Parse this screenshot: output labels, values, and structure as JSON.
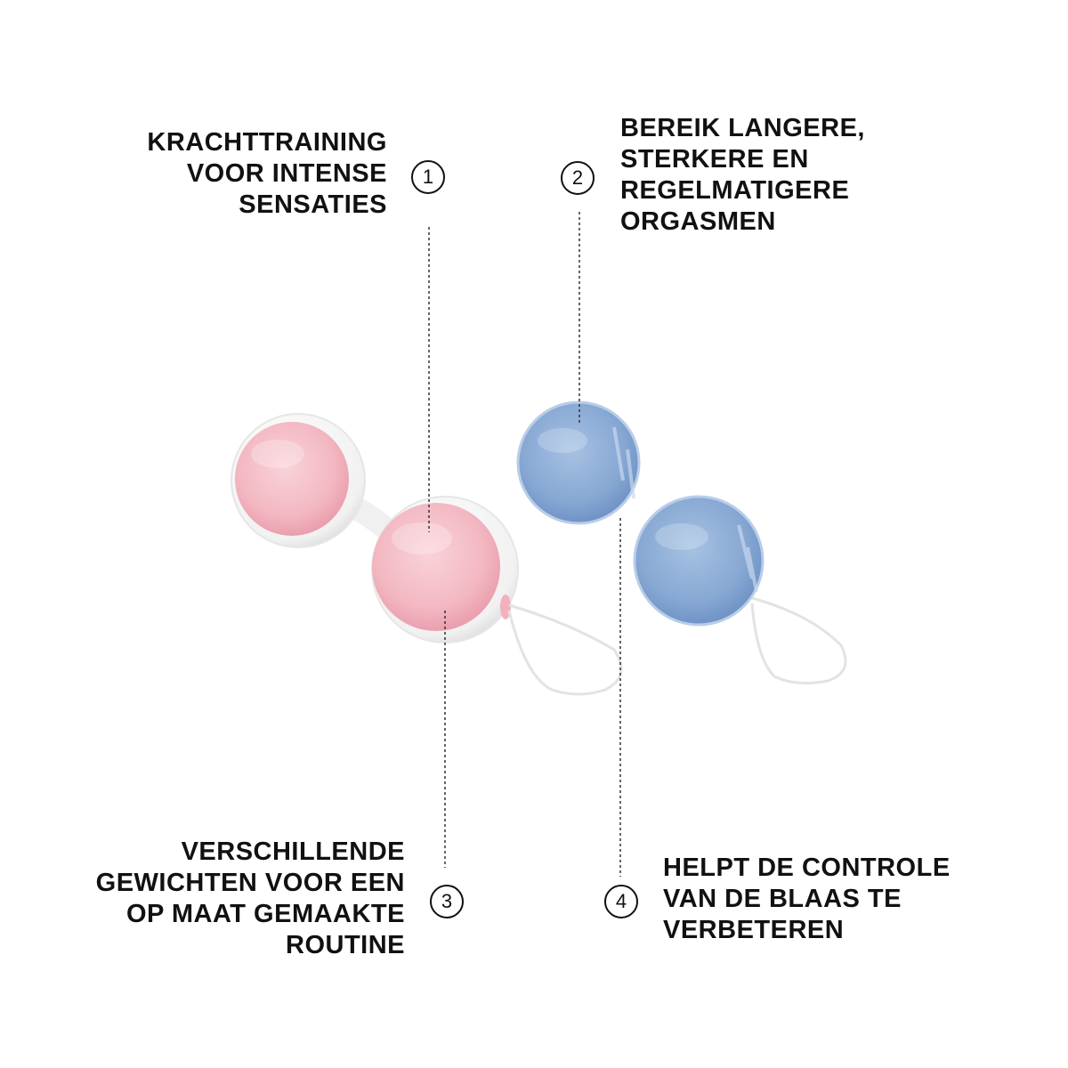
{
  "callouts": [
    {
      "number": "1",
      "lines": [
        "KRACHTTRAINING",
        "VOOR INTENSE",
        "SENSATIES"
      ]
    },
    {
      "number": "2",
      "lines": [
        "BEREIK LANGERE,",
        "STERKERE EN",
        "REGELMATIGERE",
        "ORGASMEN"
      ]
    },
    {
      "number": "3",
      "lines": [
        "VERSCHILLENDE",
        "GEWICHTEN VOOR EEN",
        "OP MAAT GEMAAKTE",
        "ROUTINE"
      ]
    },
    {
      "number": "4",
      "lines": [
        "HELPT DE CONTROLE",
        "VAN DE BLAAS TE",
        "VERBETEREN"
      ]
    }
  ],
  "colors": {
    "pink_ball": "#f3bcc5",
    "blue_ball": "#8fb0d8",
    "frame": "#ffffff",
    "text": "#111111",
    "leader_line": "#333333"
  }
}
